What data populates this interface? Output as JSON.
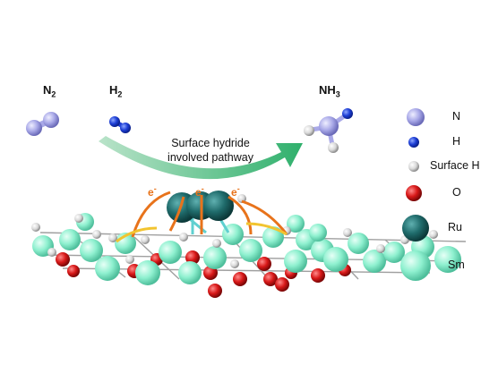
{
  "molecules": {
    "n2": {
      "text": "N",
      "sub": "2"
    },
    "h2": {
      "text": "H",
      "sub": "2"
    },
    "nh3": {
      "text": "NH",
      "sub": "3"
    }
  },
  "pathway": {
    "line1": "Surface hydride",
    "line2": "involved pathway"
  },
  "electron": {
    "text": "e",
    "sup": "-"
  },
  "legend": {
    "n": "N",
    "h": "H",
    "surface_h": "Surface H",
    "o": "O",
    "ru": "Ru",
    "sm": "Sm"
  },
  "colors": {
    "nitrogen": "#a9a9e8",
    "hydrogen": "#1e3fd6",
    "surface_h": "#d8d8d8",
    "oxygen": "#d81818",
    "ruthenium": "#1f6b6b",
    "samarium": "#8ef0cf",
    "arrow_green": "#3dbb78",
    "electron_orange": "#e8731b"
  }
}
